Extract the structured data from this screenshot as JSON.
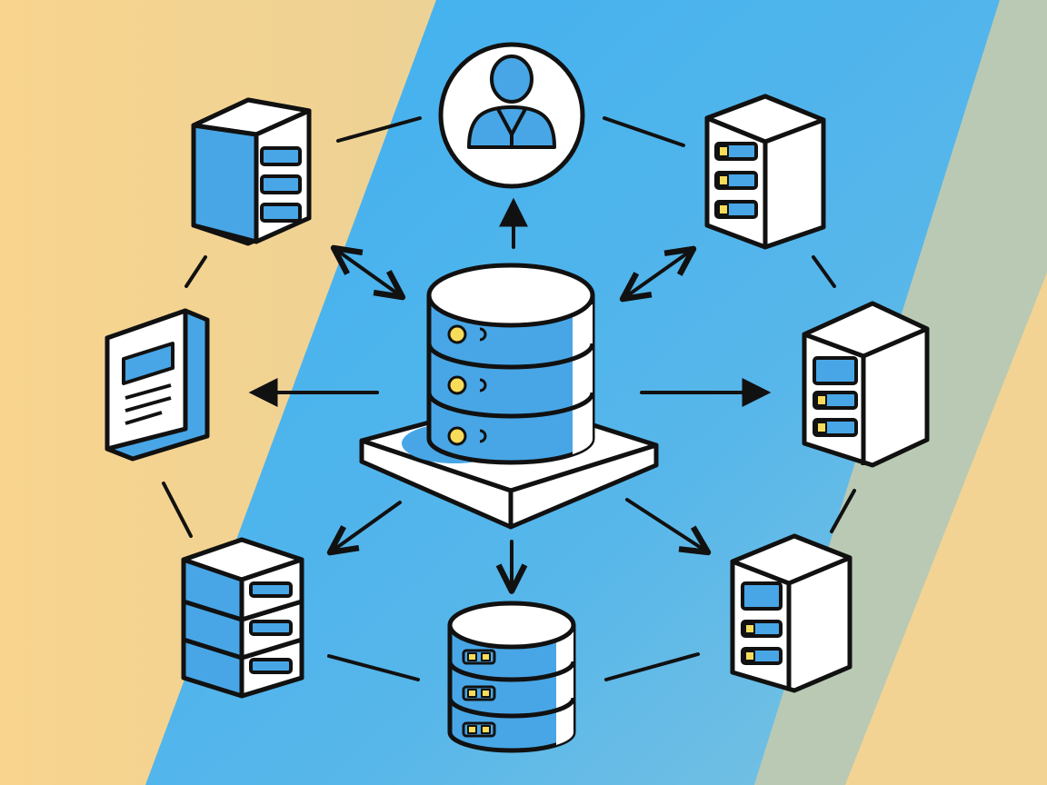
{
  "colors": {
    "background_warm": "#F8D48E",
    "background_mid": "#DCCFA0",
    "band_blue": "#4BB2EC",
    "band_blue_light": "#6CC0E6",
    "band_sage": "#B9C9B4",
    "device_blue": "#48A6E6",
    "device_white": "#FFFFFF",
    "outline": "#111111",
    "indicator_yellow": "#F7DC5A"
  },
  "nodes": [
    {
      "id": "central-database",
      "kind": "database-platform",
      "icon": "database-icon"
    },
    {
      "id": "user",
      "kind": "user-avatar",
      "icon": "user-icon"
    },
    {
      "id": "server-top-left",
      "kind": "server-tower",
      "icon": "server-icon"
    },
    {
      "id": "server-top-right",
      "kind": "server-tower",
      "icon": "server-icon"
    },
    {
      "id": "document-left",
      "kind": "document",
      "icon": "document-icon"
    },
    {
      "id": "server-right",
      "kind": "server-tower",
      "icon": "server-icon"
    },
    {
      "id": "server-stack-bottom-left",
      "kind": "server-stack",
      "icon": "server-stack-icon"
    },
    {
      "id": "database-bottom",
      "kind": "database",
      "icon": "database-icon"
    },
    {
      "id": "server-bottom-right",
      "kind": "server-tower",
      "icon": "server-icon"
    }
  ],
  "edges": [
    {
      "from": "central-database",
      "to": "user",
      "style": "arrow"
    },
    {
      "from": "central-database",
      "to": "server-top-left",
      "style": "double-arrow"
    },
    {
      "from": "central-database",
      "to": "server-top-right",
      "style": "double-arrow"
    },
    {
      "from": "central-database",
      "to": "document-left",
      "style": "arrow"
    },
    {
      "from": "central-database",
      "to": "server-right",
      "style": "arrow"
    },
    {
      "from": "central-database",
      "to": "server-stack-bottom-left",
      "style": "arrow"
    },
    {
      "from": "central-database",
      "to": "database-bottom",
      "style": "arrow"
    },
    {
      "from": "central-database",
      "to": "server-bottom-right",
      "style": "arrow"
    },
    {
      "from": "server-top-left",
      "to": "user",
      "style": "line"
    },
    {
      "from": "user",
      "to": "server-top-right",
      "style": "line"
    },
    {
      "from": "server-top-left",
      "to": "document-left",
      "style": "line"
    },
    {
      "from": "server-top-right",
      "to": "server-right",
      "style": "line"
    },
    {
      "from": "document-left",
      "to": "server-stack-bottom-left",
      "style": "line"
    },
    {
      "from": "server-right",
      "to": "server-bottom-right",
      "style": "line"
    },
    {
      "from": "server-stack-bottom-left",
      "to": "database-bottom",
      "style": "line"
    },
    {
      "from": "database-bottom",
      "to": "server-bottom-right",
      "style": "line"
    }
  ]
}
